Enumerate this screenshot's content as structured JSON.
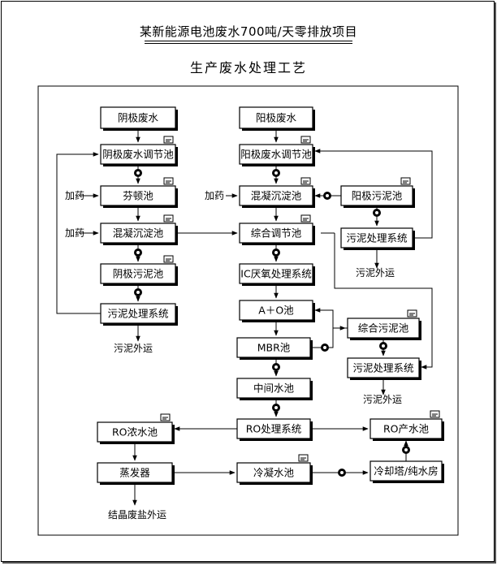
{
  "header": {
    "title": "某新能源电池废水700吨/天零排放项目"
  },
  "diagram": {
    "title": "生产废水处理工艺",
    "nodes": {
      "cathode_wastewater": "阴极废水",
      "cathode_adjust_tank": "阴极废水调节池",
      "fenton_tank": "芬顿池",
      "cathode_coag_settle": "混凝沉淀池",
      "cathode_sludge_tank": "阴极污泥池",
      "left_sludge_system": "污泥处理系统",
      "anode_wastewater": "阳极废水",
      "anode_adjust_tank": "阳极废水调节池",
      "anode_coag_settle": "混凝沉淀池",
      "anode_sludge_tank": "阳极污泥池",
      "right_sludge_system": "污泥处理系统",
      "combined_adjust_tank": "综合调节池",
      "ic_anaerobic": "IC厌氧处理系统",
      "ao_tank": "A＋O池",
      "combined_sludge_tank": "综合污泥池",
      "mbr_tank": "MBR池",
      "lower_sludge_system": "污泥处理系统",
      "intermediate_tank": "中间水池",
      "ro_system": "RO处理系统",
      "ro_concentrate_tank": "RO浓水池",
      "ro_product_tank": "RO产水池",
      "evaporator": "蒸发器",
      "condensate_tank": "冷凝水池",
      "cooling_tower": "冷却塔/纯水房"
    },
    "labels": {
      "dosing_fenton": "加药",
      "dosing_coag_left": "加药",
      "dosing_coag_right": "加药",
      "sludge_out_left": "污泥外运",
      "sludge_out_right": "污泥外运",
      "sludge_out_lower": "污泥外运",
      "salt_out": "结晶废盐外运"
    }
  }
}
